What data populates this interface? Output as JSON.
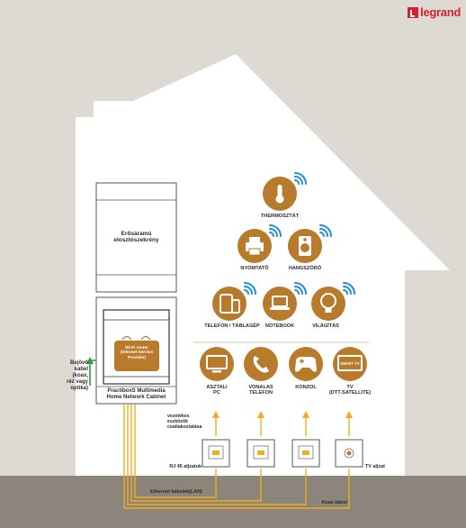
{
  "brand": {
    "name": "legrand",
    "color": "#d6212b"
  },
  "colors": {
    "background": "#ddd9d3",
    "house": "#ffffff",
    "ground": "#8c857c",
    "icon_circle": "#b87a2b",
    "wifi": "#1f8fd6",
    "cable": "#f0ad1f",
    "incoming_cable": "#2e9e3e",
    "router": "#b87a2b"
  },
  "cabinet": {
    "top_label": "Erősáramú\nelosztószekrény",
    "router_label": "Wi-Fi router\n(Internet Service\nProvider)",
    "bottom_label": "PractiboxS Multimedia\nHome Network Cabinet"
  },
  "incoming_label": "Bejövő\nkábel\n(koax,\nréz vagy\noptika)",
  "wireless_devices": [
    {
      "icon": "thermometer-icon",
      "label": "THERMOSZTÁT"
    },
    {
      "icon": "printer-icon",
      "label": "NYOMTATÓ"
    },
    {
      "icon": "speaker-icon",
      "label": "HANGSZÓRÓ"
    },
    {
      "icon": "phone-tablet-icon",
      "label": "TELEFON / TÁBLAGÉP"
    },
    {
      "icon": "laptop-icon",
      "label": "NOTEBOOK"
    },
    {
      "icon": "light-bulb-icon",
      "label": "VILÁGÍTÁS"
    }
  ],
  "wired_devices": [
    {
      "icon": "monitor-icon",
      "label": "ASZTALI\nPC"
    },
    {
      "icon": "handset-icon",
      "label": "VONALAS\nTELEFON"
    },
    {
      "icon": "gamepad-icon",
      "label": "KONZOL"
    },
    {
      "icon": "smart-tv-icon",
      "label": "TV\n(DTT-SATELLITE)",
      "screen_text": "SMART TV"
    }
  ],
  "wired_label": "vezetékes\neszközök\ncsatlakoztatása",
  "rj45_label": "RJ 45 aljzatok",
  "ethernet_label": "Ethernet kábelek(LAN)",
  "coax_label": "Koax kábel",
  "tv_socket_label": "TV aljzat"
}
